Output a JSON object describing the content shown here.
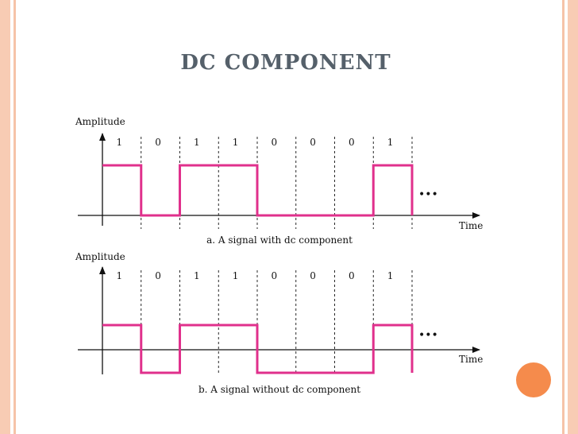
{
  "slide": {
    "title": "DC COMPONENT",
    "colors": {
      "signal": "#e0308c",
      "border": "#f8ccb4",
      "accent_dot": "#f58b4c",
      "title": "#55606a"
    }
  },
  "diagrams": [
    {
      "y_label": "Amplitude",
      "x_label": "Time",
      "bits": [
        "1",
        "0",
        "1",
        "1",
        "0",
        "0",
        "0",
        "1"
      ],
      "levels": [
        1,
        0,
        1,
        1,
        0,
        0,
        0,
        1
      ],
      "continuation": "•••",
      "caption": "a. A signal with dc component"
    },
    {
      "y_label": "Amplitude",
      "x_label": "Time",
      "bits": [
        "1",
        "0",
        "1",
        "1",
        "0",
        "0",
        "0",
        "1"
      ],
      "levels": [
        1,
        -1,
        1,
        1,
        -1,
        -1,
        -1,
        1
      ],
      "continuation": "•••",
      "caption": "b. A signal without dc component"
    }
  ]
}
